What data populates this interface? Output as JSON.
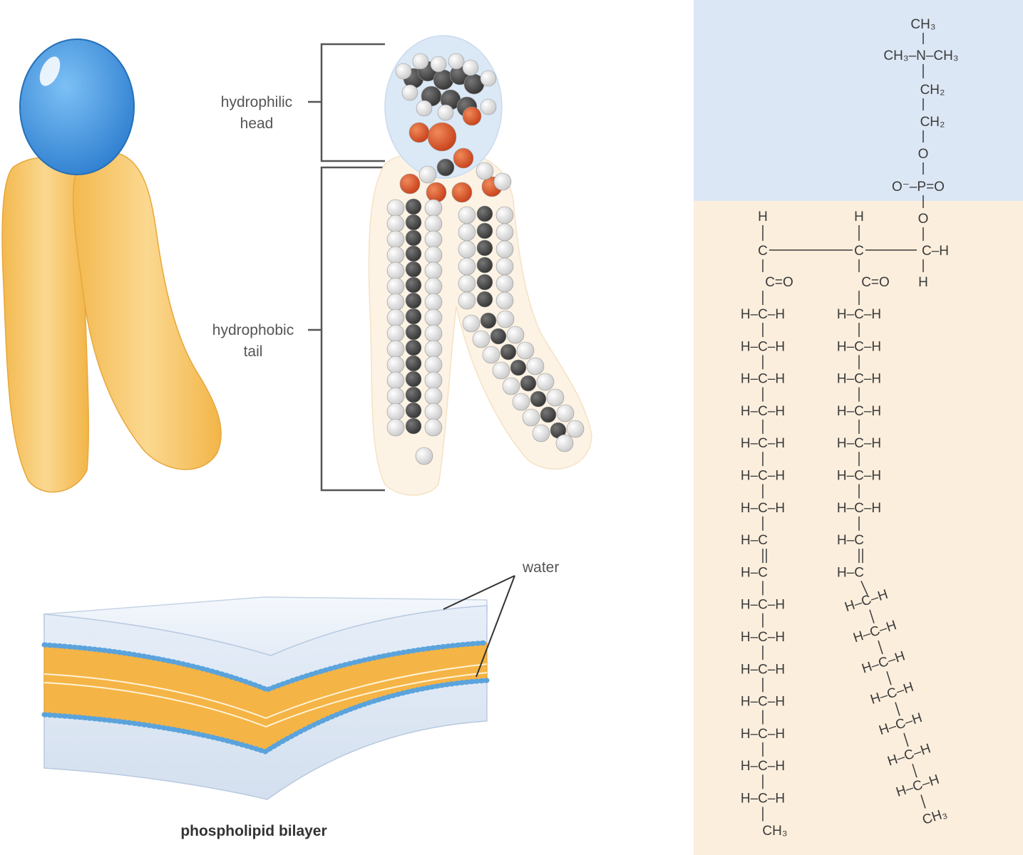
{
  "labels": {
    "head_line1": "hydrophilic",
    "head_line2": "head",
    "tail_line1": "hydrophobic",
    "tail_line2": "tail",
    "water": "water",
    "caption": "phospholipid bilayer"
  },
  "formula": {
    "ch3_top": "CH₃",
    "amine": "CH₃–N–CH₃",
    "ch2_1": "CH₂",
    "ch2_2": "CH₂",
    "o_link1": "O",
    "phosphate": "O⁻–P=O",
    "o_link2": "O",
    "glycerol_h_top_1": "H",
    "glycerol_h_top_2": "H",
    "glycerol_c1": "C",
    "glycerol_c2": "C",
    "glycerol_c3": "C–H",
    "glycerol_h_bottom": "H",
    "carbonyl_1": "C=O",
    "carbonyl_2": "C=O",
    "chain_unit": "H–C–H",
    "vinyl_unit": "H–C",
    "terminal": "CH₃",
    "chain1_saturated_top": 7,
    "chain1_saturated_bottom": 7,
    "chain2_saturated_top": 7,
    "chain2_saturated_bottom": 7
  },
  "colors": {
    "head_blue": "#3d8fd6",
    "tail_yellow": "#f7c86a",
    "hydrophilic_bg": "#dce7f5",
    "hydrophobic_bg": "#fbeedd",
    "carbon": "#4a4a4a",
    "hydrogen": "#e6e6e6",
    "oxygen": "#d9542b"
  }
}
